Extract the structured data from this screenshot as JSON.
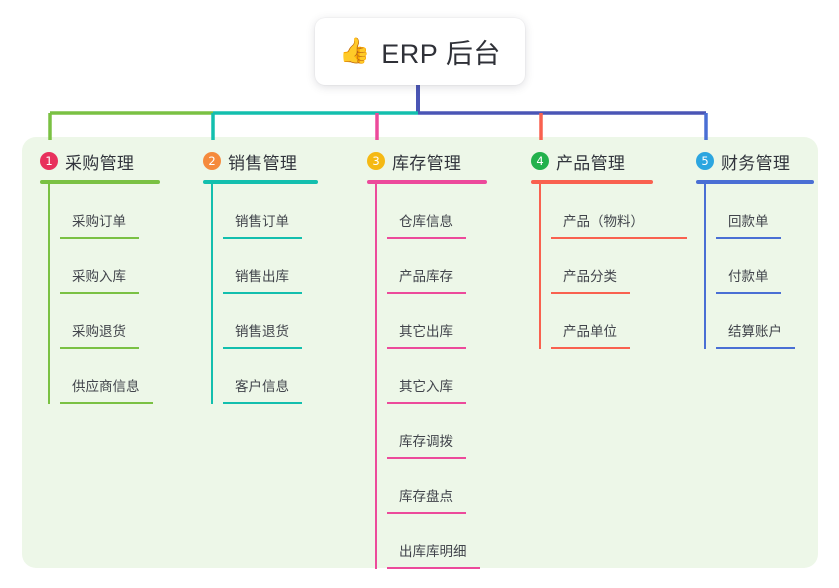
{
  "root": {
    "icon": "👍",
    "icon_name": "thumbs-up-icon",
    "title": "ERP 后台"
  },
  "panel": {
    "background_color": "#edf7e8"
  },
  "trunk": {
    "color": "#4a55b5"
  },
  "columns": [
    {
      "number": "1",
      "title": "采购管理",
      "badge_color": "#e8315c",
      "line_color": "#7ac143",
      "items": [
        "采购订单",
        "采购入库",
        "采购退货",
        "供应商信息"
      ]
    },
    {
      "number": "2",
      "title": "销售管理",
      "badge_color": "#f58a3c",
      "line_color": "#13bfae",
      "items": [
        "销售订单",
        "销售出库",
        "销售退货",
        "客户信息"
      ]
    },
    {
      "number": "3",
      "title": "库存管理",
      "badge_color": "#f5b914",
      "line_color": "#ec4a9b",
      "items": [
        "仓库信息",
        "产品库存",
        "其它出库",
        "其它入库",
        "库存调拨",
        "库存盘点",
        "出库库明细"
      ]
    },
    {
      "number": "4",
      "title": "产品管理",
      "badge_color": "#22b14c",
      "line_color": "#f9614f",
      "items": [
        "产品（物料）",
        "产品分类",
        "产品单位"
      ]
    },
    {
      "number": "5",
      "title": "财务管理",
      "badge_color": "#2ca6e0",
      "line_color": "#4a6fd4",
      "items": [
        "回款单",
        "付款单",
        "结算账户"
      ]
    }
  ]
}
